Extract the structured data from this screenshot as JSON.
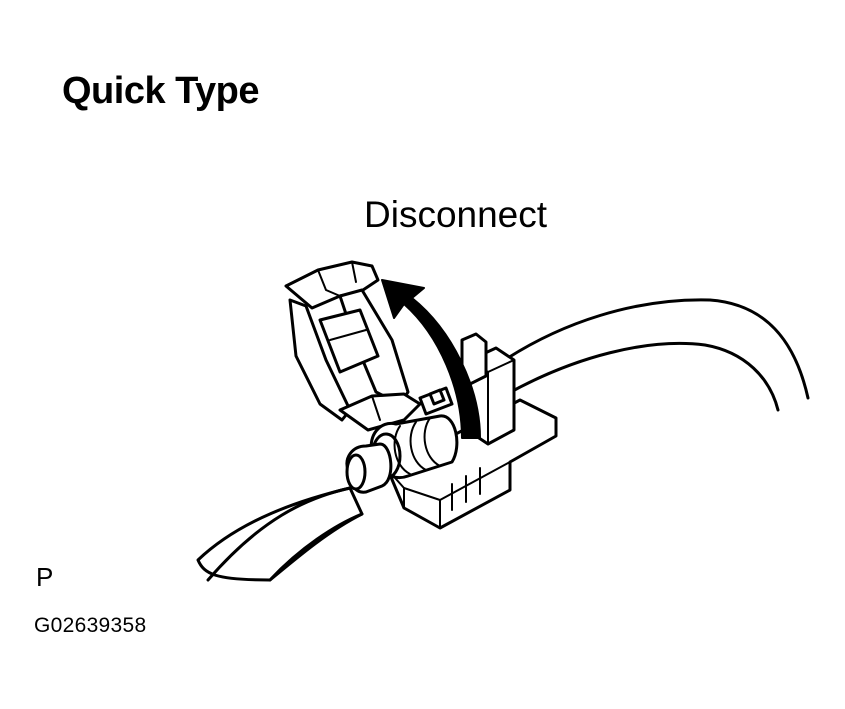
{
  "diagram": {
    "title": "Quick Type",
    "action_label": "Disconnect",
    "code_letter": "P",
    "figure_id": "G02639358"
  },
  "icons": {
    "arrow": "curved-arrow-icon"
  },
  "colors": {
    "ink": "#000000",
    "paper": "#ffffff"
  }
}
